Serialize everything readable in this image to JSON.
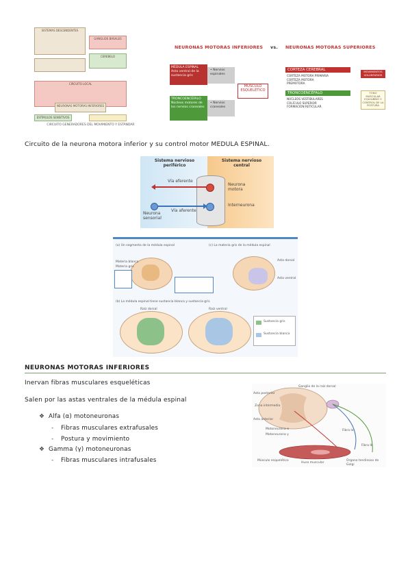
{
  "figure1": {
    "left_flowchart": {
      "boxes": [
        "SISTEMAS DESCENDENTES",
        "GANGLIOS BASALES",
        "CEREBELO",
        "CIRCUITO LOCAL",
        "NEURONAS MOTORAS INFERIORES",
        "ESTÍMULOS SENSITIVOS"
      ],
      "caption": "CIRCUITO GENERADORES DEL MOVIMIENTO Y ESTÁNDAR"
    },
    "right_panel": {
      "title_left": "NEURONAS MOTORAS INFERIORES",
      "vs": "vs.",
      "title_right": "NEURONAS MOTORAS SUPERIORES",
      "red_box": "MÉDULA ESPINAL\nAsta ventral de la sustancia gris",
      "green_box": "TRONCOENCÉFALO\nNúcleos motores de los nervios craneales",
      "arrow_top": "• Nervios espinales",
      "arrow_bottom": "• Nervios craneales",
      "target": "MÚSCULO ESQUELÉTICO",
      "corteza_title": "CORTEZA CEREBRAL",
      "corteza_items": [
        "CORTEZA MOTORA PRIMARIA",
        "CORTEZA MOTORA",
        "PREMOTORA"
      ],
      "tronco_title": "TRONCOENCÉFALO",
      "tronco_items": [
        "NÚCLEOS VESTIBULARES",
        "COLÍCULO SUPERIOR",
        "FORMACIÓN RETICULAR"
      ],
      "tag_red": "MOVIMIENTOS VOLUNTARIOS",
      "tag_yellow": "TONO MUSCULAR EQUILIBRIO Y CONTROL DE LA POSTURA"
    }
  },
  "caption1": "Circuito de la neurona motora inferior y su control motor MEDULA ESPINAL.",
  "figure2": {
    "left_header": "Sistema nervioso periférico",
    "right_header": "Sistema nervioso central",
    "via_eferente": "Vía eferente",
    "via_aferente": "Vía aferente",
    "neurona_sensorial": "Neurona sensorial",
    "neurona_motora": "Neurona motora",
    "interneurona": "Interneurona"
  },
  "figure3": {
    "caption_top_left": "(a) Un segmento de la médula espinal",
    "caption_top_right": "(c) La materia gris de la médula espinal",
    "caption_bottom": "(b) La médula espinal tiene sustancia blanca y sustancia gris",
    "label_left_1": "Materia blanca",
    "label_left_2": "Materia gris",
    "label_right_1": "Asta dorsal",
    "label_right_2": "Asta ventral",
    "label_bottom_left": "Raíz dorsal",
    "label_bottom_mid": "Raíz ventral",
    "legend_1": "Sustancia gris",
    "legend_2": "Sustancia blanca"
  },
  "section": {
    "title": "NEURONAS MOTORAS INFERIORES",
    "p1": "Inervan fibras musculares esqueléticas",
    "p2": "Salen por las astas ventrales de la médula espinal",
    "bullets": [
      {
        "mark": "❖",
        "text": "Alfa (α) motoneuronas",
        "level": 1
      },
      {
        "mark": "-",
        "text": "Fibras musculares extrafusales",
        "level": 2
      },
      {
        "mark": "-",
        "text": "Postura y movimiento",
        "level": 2
      },
      {
        "mark": "❖",
        "text": "Gamma (γ) motoneuronas",
        "level": 1
      },
      {
        "mark": "-",
        "text": "Fibras musculares intrafusales",
        "level": 2
      }
    ]
  },
  "figure4": {
    "labels": [
      "Ganglio de la raíz dorsal",
      "Asta posterior",
      "Zona intermedia",
      "Asta anterior",
      "Motoneurona α",
      "Motoneurona γ",
      "Fibra Ia",
      "Fibra Ib",
      "Músculo esquelético",
      "Huso muscular",
      "Órgano tendinoso de Golgi"
    ]
  }
}
